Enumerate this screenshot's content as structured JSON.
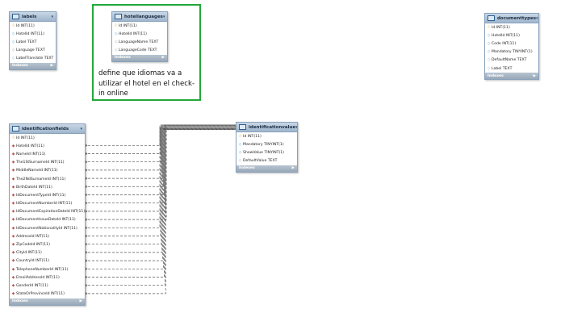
{
  "tables": {
    "labels": {
      "name": "labels",
      "columns": [
        {
          "kind": "pk",
          "text": "Id INT(11)"
        },
        {
          "kind": "col",
          "text": "HotelId INT(11)"
        },
        {
          "kind": "col",
          "text": "Label TEXT"
        },
        {
          "kind": "nul",
          "text": "Language TEXT"
        },
        {
          "kind": "nul",
          "text": "LabelTranslate TEXT"
        }
      ],
      "footer": "Indexes"
    },
    "hotellanguages": {
      "name": "hotellanguages",
      "columns": [
        {
          "kind": "pk",
          "text": "Id INT(11)"
        },
        {
          "kind": "col",
          "text": "HotelId INT(11)"
        },
        {
          "kind": "nul",
          "text": "LanguageName TEXT"
        },
        {
          "kind": "nul",
          "text": "LanguageCode TEXT"
        }
      ],
      "footer": "Indexes"
    },
    "documenttypes": {
      "name": "documenttypes",
      "columns": [
        {
          "kind": "pk",
          "text": "Id INT(11)"
        },
        {
          "kind": "col",
          "text": "HotelId INT(11)"
        },
        {
          "kind": "col",
          "text": "Code INT(11)"
        },
        {
          "kind": "col",
          "text": "Mandatory TINYINT(1)"
        },
        {
          "kind": "nul",
          "text": "DefaultName TEXT"
        },
        {
          "kind": "nul",
          "text": "Label TEXT"
        }
      ],
      "footer": "Indexes"
    },
    "identificationfields": {
      "name": "identificationfields",
      "columns": [
        {
          "kind": "pk",
          "text": "Id INT(11)"
        },
        {
          "kind": "fk",
          "text": "HotelId INT(11)"
        },
        {
          "kind": "fk",
          "text": "NameId INT(11)"
        },
        {
          "kind": "fk",
          "text": "The1StSurnameId INT(11)"
        },
        {
          "kind": "fk",
          "text": "MiddleNameId INT(11)"
        },
        {
          "kind": "fk",
          "text": "The2NdSurnameId INT(11)"
        },
        {
          "kind": "fk",
          "text": "BirthDateId INT(11)"
        },
        {
          "kind": "fk",
          "text": "IdDocumentTypeId INT(11)"
        },
        {
          "kind": "fk",
          "text": "IdDocumentNumberId INT(11)"
        },
        {
          "kind": "fk",
          "text": "IdDocumentExpirationDateId INT(11)"
        },
        {
          "kind": "fk",
          "text": "IdDocumentIssueDateId INT(11)"
        },
        {
          "kind": "fk",
          "text": "IdDocumentNationalityId INT(11)"
        },
        {
          "kind": "fk",
          "text": "AddressId INT(11)"
        },
        {
          "kind": "fk",
          "text": "ZipCodeId INT(11)"
        },
        {
          "kind": "fk",
          "text": "CityId INT(11)"
        },
        {
          "kind": "fk",
          "text": "CountryId INT(11)"
        },
        {
          "kind": "fk",
          "text": "TelephoneNumberId INT(11)"
        },
        {
          "kind": "fk",
          "text": "EmailAddressId INT(11)"
        },
        {
          "kind": "fk",
          "text": "GenderId INT(11)"
        },
        {
          "kind": "fk",
          "text": "StateOrProvinceId INT(11)"
        }
      ],
      "footer": "Indexes"
    },
    "identificationvalue": {
      "name": "identificationvalue",
      "columns": [
        {
          "kind": "pk",
          "text": "Id INT(11)"
        },
        {
          "kind": "col",
          "text": "Mandatory TINYINT(1)"
        },
        {
          "kind": "col",
          "text": "ShowValue TINYINT(1)"
        },
        {
          "kind": "nul",
          "text": "DefaultValue TEXT"
        }
      ],
      "footer": "Indexes"
    }
  },
  "note": {
    "text": "define que idiomas va a utilizar el hotel en el check-in online"
  },
  "icons": {
    "table": "table-icon",
    "pk": "key-icon",
    "fk": "foreign-key-icon",
    "col": "column-icon",
    "nul": "nullable-column-icon",
    "caret": "caret-down-icon",
    "expand": "caret-right-icon"
  },
  "colors": {
    "note_border": "#22a83a",
    "header": "#9fb5cc",
    "relationship_line": "#555555"
  }
}
